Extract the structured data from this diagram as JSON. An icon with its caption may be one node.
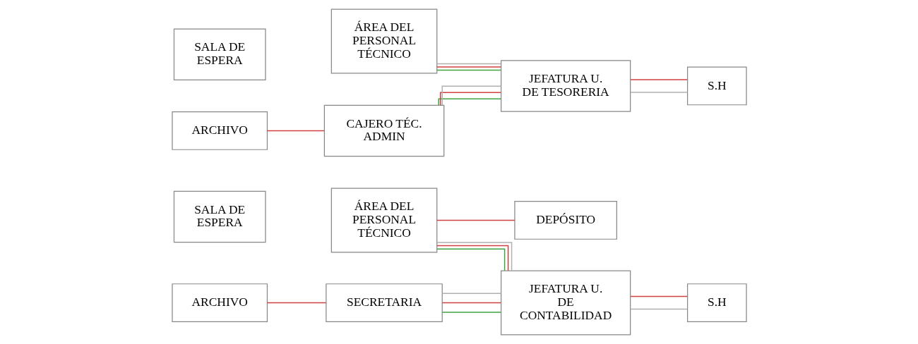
{
  "diagram": {
    "nodes": [
      {
        "text": [
          "ÁREA DEL PERSONAL TÉCNICO"
        ]
      },
      {
        "text": [
          "SALA DE ESPERA"
        ]
      },
      {
        "text": [
          "ARCHIVO"
        ]
      },
      {
        "text": [
          "SECRETARIA"
        ]
      },
      {
        "text": [
          "DEPÓSITO"
        ]
      },
      {
        "text": [
          "JEFATURA U. DE CONTABILIDAD"
        ]
      },
      {
        "text": [
          "S.H"
        ]
      },
      {
        "text": [
          "ÁREA DEL PERSONAL TÉCNICO"
        ]
      },
      {
        "text": [
          "SALA DE ESPERA"
        ]
      },
      {
        "text": [
          "ARCHIVO"
        ]
      },
      {
        "text": [
          "CAJERO TÉC. ADMIN"
        ]
      },
      {
        "text": [
          "JEFATURA U. DE TESORERIA"
        ]
      },
      {
        "text": [
          "S.H"
        ]
      }
    ],
    "edges": [
      {
        "from": 0,
        "to": 5,
        "arrow": "none",
        "color": "#3fa33f"
      },
      {
        "from": 0,
        "to": 5,
        "arrow": "none"
      },
      {
        "from": 0,
        "to": 5,
        "arrow": "none",
        "color": "#b0b0b0"
      },
      {
        "from": 3,
        "to": 5,
        "arrow": "none",
        "color": "#3fa33f"
      },
      {
        "from": 3,
        "to": 5,
        "arrow": "none"
      },
      {
        "from": 3,
        "to": 5,
        "arrow": "none",
        "color": "#b0b0b0"
      },
      {
        "from": 2,
        "to": 3,
        "arrow": "none"
      },
      {
        "from": 0,
        "to": 4,
        "arrow": "none"
      },
      {
        "from": 5,
        "to": 6,
        "arrow": "none",
        "color": "#b0b0b0"
      },
      {
        "from": 5,
        "to": 6,
        "arrow": "none"
      },
      {
        "from": 7,
        "to": 11,
        "arrow": "none",
        "color": "#3fa33f"
      },
      {
        "from": 7,
        "to": 11,
        "arrow": "none"
      },
      {
        "from": 7,
        "to": 11,
        "arrow": "none",
        "color": "#b0b0b0"
      },
      {
        "from": 10,
        "to": 11,
        "arrow": "none",
        "color": "#3fa33f"
      },
      {
        "from": 10,
        "to": 11,
        "arrow": "none"
      },
      {
        "from": 10,
        "to": 11,
        "arrow": "none",
        "color": "#b0b0b0"
      },
      {
        "from": 9,
        "to": 10,
        "arrow": "none"
      },
      {
        "from": 11,
        "to": 12,
        "arrow": "none",
        "color": "#b0b0b0"
      },
      {
        "from": 11,
        "to": 12,
        "arrow": "none"
      }
    ]
  }
}
